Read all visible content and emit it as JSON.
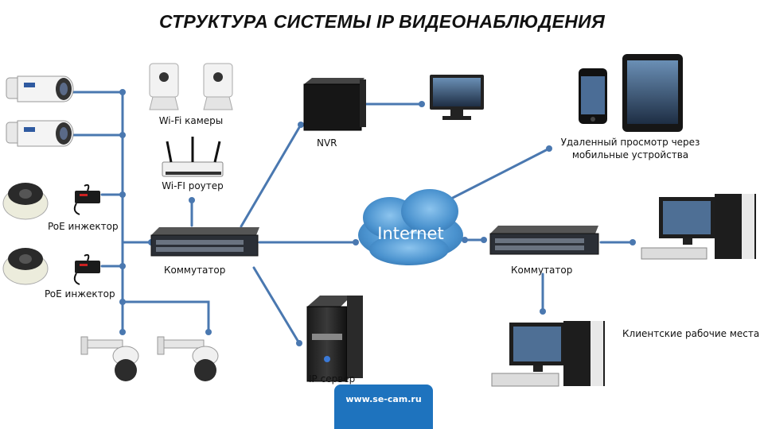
{
  "title": "СТРУКТУРА СИСТЕМЫ IP ВИДЕОНАБЛЮДЕНИЯ",
  "labels": {
    "wifi_cameras": "Wi-Fi камеры",
    "wifi_router": "Wi-FI роутер",
    "poe_injector_1": "PoE инжектор",
    "poe_injector_2": "PoE инжектор",
    "switch_left": "Коммутатор",
    "switch_right": "Коммутатор",
    "nvr": "NVR",
    "ip_server": "IP сервер",
    "internet": "Internet",
    "remote_view_line1": "Удаленный просмотр через",
    "remote_view_line2": "мобильные устройства",
    "client_workstations": "Клиентские рабочие места",
    "website": "www.se-cam.ru"
  },
  "colors": {
    "link_line": "#4a78b0",
    "cloud": "#5b9fd4",
    "site_box": "#1e73be"
  }
}
